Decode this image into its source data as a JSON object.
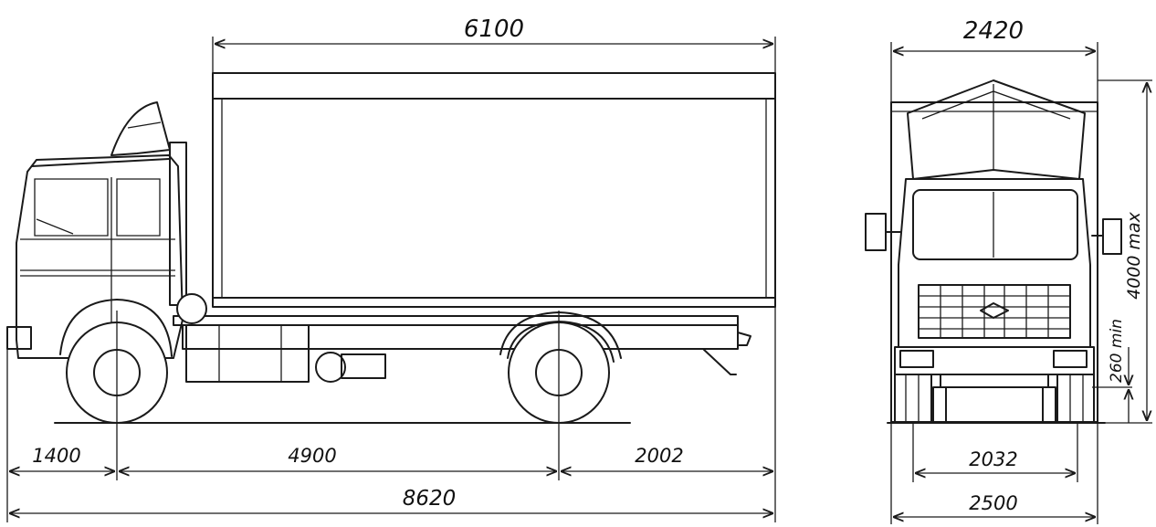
{
  "dimensions": {
    "body_length": "6100",
    "overall_width": "2420",
    "front_overhang": "1400",
    "wheelbase": "4900",
    "rear_overhang": "2002",
    "overall_length": "8620",
    "track_width": "2032",
    "max_width": "2500",
    "height_max": "4000 max",
    "ground_clearance": "260 min"
  },
  "colors": {
    "line": "#1a1a1a",
    "background": "#ffffff"
  }
}
